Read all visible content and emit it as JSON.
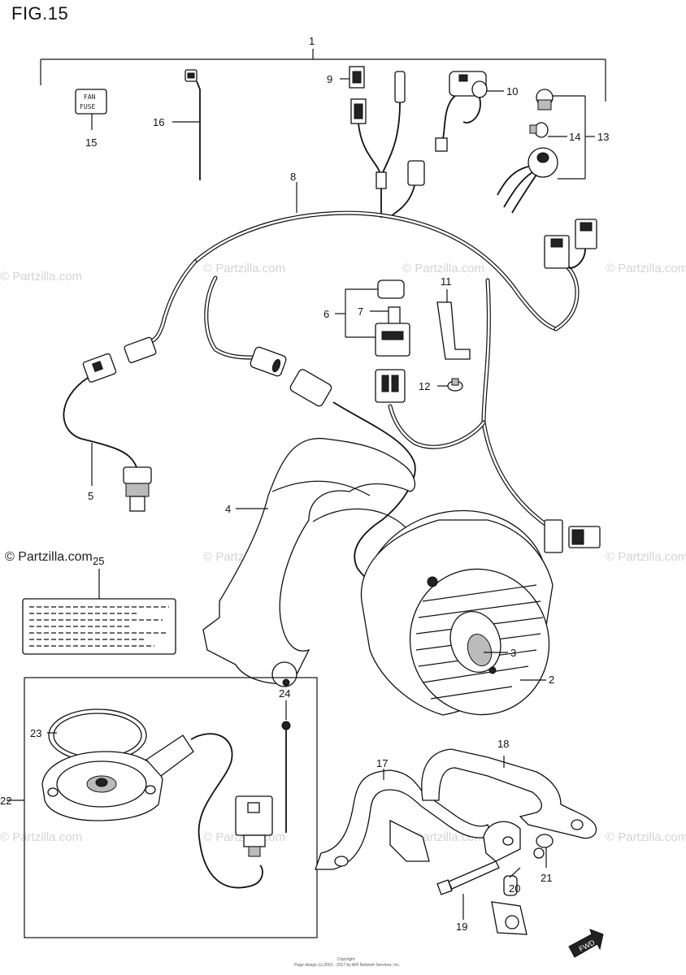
{
  "figure": {
    "title": "FIG.15"
  },
  "parts": [
    {
      "no": "1"
    },
    {
      "no": "2"
    },
    {
      "no": "3"
    },
    {
      "no": "4"
    },
    {
      "no": "5"
    },
    {
      "no": "6"
    },
    {
      "no": "7"
    },
    {
      "no": "8"
    },
    {
      "no": "9"
    },
    {
      "no": "10"
    },
    {
      "no": "11"
    },
    {
      "no": "12"
    },
    {
      "no": "13"
    },
    {
      "no": "14"
    },
    {
      "no": "15"
    },
    {
      "no": "16"
    },
    {
      "no": "17"
    },
    {
      "no": "18"
    },
    {
      "no": "19"
    },
    {
      "no": "20"
    },
    {
      "no": "21"
    },
    {
      "no": "22"
    },
    {
      "no": "23"
    },
    {
      "no": "24"
    },
    {
      "no": "25"
    }
  ],
  "fuse_label": {
    "line1": "FAN",
    "line2": "FUSE"
  },
  "watermark": {
    "text": "© Partzilla.com"
  },
  "fwd_arrow": {
    "text": "FWD"
  },
  "footer": {
    "line1": "Copyright",
    "line2": "Page design (c) 2001 - 2017 by ARI Network Services, Inc."
  },
  "colors": {
    "ink": "#111111",
    "watermark": "#d4d4d4",
    "background": "#ffffff"
  }
}
